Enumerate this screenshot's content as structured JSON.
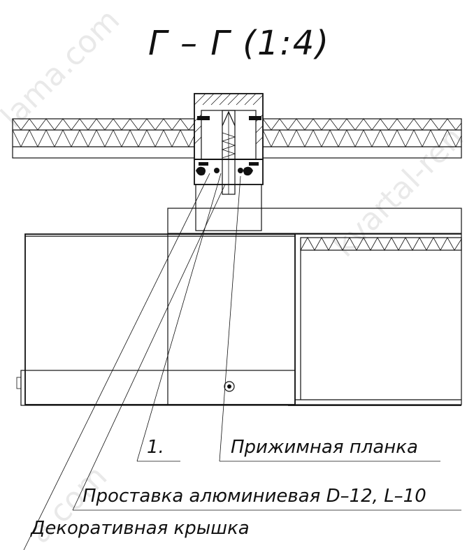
{
  "section_title": "Г – Г (1:4)",
  "callouts": {
    "item_number": "1.",
    "clamp_bar": "Прижимная планка",
    "spacer": "Проставка алюминиевая D–12, L–10",
    "decor_cap": "Декоративная крышка"
  },
  "watermarks": {
    "top_left": "lama.com",
    "right": "kvartal-ren",
    "bottom_left": "a.com"
  },
  "colors": {
    "line": "#111111",
    "watermark": "#d8d8d8",
    "background": "#ffffff"
  }
}
